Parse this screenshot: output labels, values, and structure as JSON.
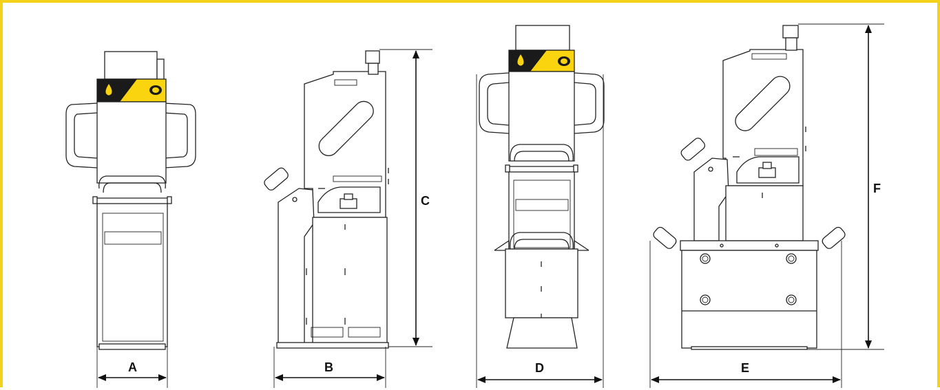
{
  "figure": {
    "frame_color": "#f5d21a",
    "label_color": "#fad40f",
    "dimension_labels": {
      "a": "A",
      "b": "B",
      "c": "C",
      "d": "D",
      "e": "E",
      "f": "F"
    },
    "views": [
      "front-view-compact",
      "side-view-compact",
      "front-view-extended",
      "side-view-extended"
    ]
  }
}
